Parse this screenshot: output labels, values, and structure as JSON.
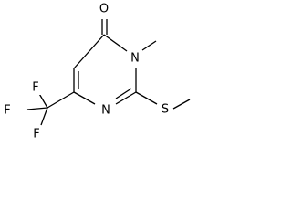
{
  "structure": {
    "atoms": {
      "oxygen": "O",
      "n3": "N",
      "n1": "N",
      "sulfur": "S",
      "f_top": "F",
      "f_left": "F",
      "f_bottom": "F"
    },
    "colors": {
      "bond": "#000000",
      "label": "#000000",
      "background": "#ffffff"
    }
  }
}
